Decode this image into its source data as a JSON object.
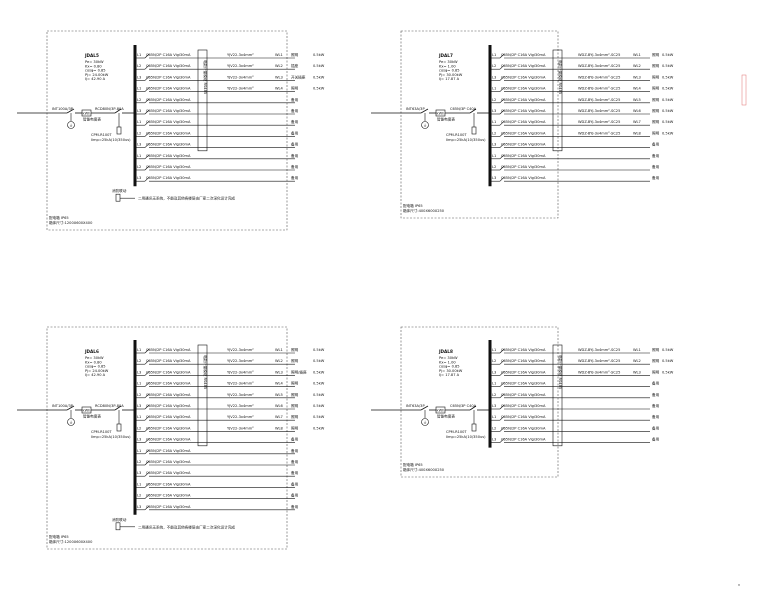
{
  "panels": [
    {
      "id": "AL5",
      "name": "JDAL5",
      "specs": [
        "Pe= 30kW",
        "Kx= 0.80",
        "cosφ= 0.85",
        "Pj= 24.00kW",
        "Ij= 42.90 A"
      ],
      "main_breaker": "INT100A/3P",
      "meter": "kWh",
      "meter_label": "智能电度表",
      "rcd": "RCD80N/3P-80A",
      "spd": "CPM-R100T",
      "spd_spec": "Iimp=25kA(10/350us)",
      "ground": "⏚",
      "box_type": "配电箱 IP65",
      "box_size": "箱体尺寸:1200X600X400",
      "busbar_label": "电能计量模块 RS485",
      "note_symbol": "消防联动",
      "note": "二用通讯无系统，不能及其他各楼层由厂家二次深化设计完成",
      "circuits": [
        {
          "phase": "L1",
          "breaker": "C65N/2P C16A Vigi30mA",
          "cable": "YJV22-3x4mm²",
          "code": "WL1",
          "use": "照明",
          "power": "0.5kW"
        },
        {
          "phase": "L2",
          "breaker": "C65N/2P C16A Vigi30mA",
          "cable": "YJV22-3x4mm²",
          "code": "WL2",
          "use": "插座",
          "power": "0.5kW"
        },
        {
          "phase": "L3",
          "breaker": "C65N/2P C16A Vigi30mA",
          "cable": "YJV22-3x4mm²",
          "code": "WL3",
          "use": "开关插座",
          "power": "0.5kW"
        },
        {
          "phase": "L1",
          "breaker": "C65N/2P C16A Vigi30mA",
          "cable": "YJV22-3x4mm²",
          "code": "WL4",
          "use": "照明",
          "power": "0.5kW"
        },
        {
          "phase": "L2",
          "breaker": "C65N/2P C16A Vigi30mA",
          "cable": "",
          "code": "",
          "use": "备用",
          "power": ""
        },
        {
          "phase": "L3",
          "breaker": "C65N/2P C16A Vigi30mA",
          "cable": "",
          "code": "",
          "use": "备用",
          "power": ""
        },
        {
          "phase": "L1",
          "breaker": "C65N/2P C16A Vigi30mA",
          "cable": "",
          "code": "",
          "use": "备用",
          "power": ""
        },
        {
          "phase": "L2",
          "breaker": "C65N/2P C16A Vigi30mA",
          "cable": "",
          "code": "",
          "use": "备用",
          "power": ""
        },
        {
          "phase": "L3",
          "breaker": "C65N/2P C16A Vigi30mA",
          "cable": "",
          "code": "",
          "use": "备用",
          "power": ""
        },
        {
          "phase": "L1",
          "breaker": "C65N/2P C16A Vigi30mA",
          "cable": "",
          "code": "",
          "use": "备用",
          "power": ""
        },
        {
          "phase": "L2",
          "breaker": "C65N/2P C16A Vigi30mA",
          "cable": "",
          "code": "",
          "use": "备用",
          "power": ""
        },
        {
          "phase": "L3",
          "breaker": "C65N/2P C16A Vigi30mA",
          "cable": "",
          "code": "",
          "use": "备用",
          "power": ""
        }
      ]
    },
    {
      "id": "AL7",
      "name": "JDAL7",
      "specs": [
        "Pe= 30kW",
        "Kx= 1.00",
        "cosφ= 0.85",
        "Pj= 30.00kW",
        "Ij= 17.87 A"
      ],
      "main_breaker": "INT63A/3P",
      "meter": "kWh",
      "meter_label": "智能电度表",
      "rcd": "C65N/3P C40A",
      "spd": "CPM-R100T",
      "spd_spec": "Iimp=25kA(10/350us)",
      "ground": "⏚",
      "box_type": "配电箱 IP65",
      "box_size": "箱体尺寸:400X600X250",
      "busbar_label": "电能计量模块 RS485",
      "note_symbol": "",
      "note": "",
      "circuits": [
        {
          "phase": "L1",
          "breaker": "C65N/2P C16A Vigi30mA",
          "cable": "WDZ-BYJ-3x4mm²-SC25",
          "code": "WL1",
          "use": "照明",
          "power": "0.5kW"
        },
        {
          "phase": "L2",
          "breaker": "C65N/2P C16A Vigi30mA",
          "cable": "WDZ-BYJ-3x4mm²-SC25",
          "code": "WL2",
          "use": "照明",
          "power": "0.5kW"
        },
        {
          "phase": "L3",
          "breaker": "C65N/2P C16A Vigi30mA",
          "cable": "WDZ-BYJ-3x4mm²-SC25",
          "code": "WL3",
          "use": "照明",
          "power": "0.5kW"
        },
        {
          "phase": "L1",
          "breaker": "C65N/2P C16A Vigi30mA",
          "cable": "WDZ-BYJ-3x4mm²-SC25",
          "code": "WL4",
          "use": "照明",
          "power": "0.5kW"
        },
        {
          "phase": "L2",
          "breaker": "C65N/2P C16A Vigi30mA",
          "cable": "WDZ-BYJ-3x4mm²-SC25",
          "code": "WL5",
          "use": "照明",
          "power": "0.5kW"
        },
        {
          "phase": "L3",
          "breaker": "C65N/2P C16A Vigi30mA",
          "cable": "WDZ-BYJ-3x4mm²-SC25",
          "code": "WL6",
          "use": "照明",
          "power": "0.5kW"
        },
        {
          "phase": "L1",
          "breaker": "C65N/2P C16A Vigi30mA",
          "cable": "WDZ-BYJ-3x4mm²-SC25",
          "code": "WL7",
          "use": "照明",
          "power": "0.5kW"
        },
        {
          "phase": "L2",
          "breaker": "C65N/2P C16A Vigi30mA",
          "cable": "WDZ-BYJ-3x4mm²-SC25",
          "code": "WL8",
          "use": "照明",
          "power": "0.5kW"
        },
        {
          "phase": "L3",
          "breaker": "C65N/2P C16A Vigi30mA",
          "cable": "",
          "code": "",
          "use": "备用",
          "power": ""
        },
        {
          "phase": "L1",
          "breaker": "C65N/2P C16A Vigi30mA",
          "cable": "",
          "code": "",
          "use": "备用",
          "power": ""
        },
        {
          "phase": "L2",
          "breaker": "C65N/2P C16A Vigi30mA",
          "cable": "",
          "code": "",
          "use": "备用",
          "power": ""
        },
        {
          "phase": "L3",
          "breaker": "C65N/2P C16A Vigi30mA",
          "cable": "",
          "code": "",
          "use": "备用",
          "power": ""
        }
      ]
    },
    {
      "id": "AL6",
      "name": "JDAL6",
      "specs": [
        "Pe= 30kW",
        "Kx= 0.80",
        "cosφ= 0.85",
        "Pj= 24.00kW",
        "Ij= 42.90 A"
      ],
      "main_breaker": "INT100A/3P",
      "meter": "kWh",
      "meter_label": "智能电度表",
      "rcd": "RCD80N/3P-80A",
      "spd": "CPM-R100T",
      "spd_spec": "Iimp=25kA(10/350us)",
      "ground": "⏚",
      "box_type": "配电箱 IP65",
      "box_size": "箱体尺寸:1200X600X400",
      "busbar_label": "电能计量模块 RS485",
      "note_symbol": "消防联动",
      "note": "二用通讯无系统，不能及其他各楼层由厂家二次深化设计完成",
      "circuits": [
        {
          "phase": "L1",
          "breaker": "C65N/2P C16A Vigi30mA",
          "cable": "YJV22-3x4mm²",
          "code": "WL1",
          "use": "照明",
          "power": "0.5kW"
        },
        {
          "phase": "L2",
          "breaker": "C65N/2P C16A Vigi30mA",
          "cable": "YJV22-3x4mm²",
          "code": "WL2",
          "use": "照明",
          "power": "0.5kW"
        },
        {
          "phase": "L3",
          "breaker": "C65N/2P C16A Vigi30mA",
          "cable": "YJV22-3x4mm²",
          "code": "WL3",
          "use": "照明/插座",
          "power": "0.5kW"
        },
        {
          "phase": "L1",
          "breaker": "C65N/2P C16A Vigi30mA",
          "cable": "YJV22-3x4mm²",
          "code": "WL4",
          "use": "照明",
          "power": "0.5kW"
        },
        {
          "phase": "L2",
          "breaker": "C65N/2P C16A Vigi30mA",
          "cable": "YJV22-3x4mm²",
          "code": "WL5",
          "use": "照明",
          "power": "0.5kW"
        },
        {
          "phase": "L3",
          "breaker": "C65N/2P C16A Vigi30mA",
          "cable": "YJV22-3x4mm²",
          "code": "WL6",
          "use": "照明",
          "power": "0.5kW"
        },
        {
          "phase": "L1",
          "breaker": "C65N/2P C16A Vigi30mA",
          "cable": "YJV22-3x4mm²",
          "code": "WL7",
          "use": "照明",
          "power": "0.5kW"
        },
        {
          "phase": "L2",
          "breaker": "C65N/2P C16A Vigi30mA",
          "cable": "YJV22-3x4mm²",
          "code": "WL8",
          "use": "照明",
          "power": "0.5kW"
        },
        {
          "phase": "L3",
          "breaker": "C65N/2P C16A Vigi30mA",
          "cable": "",
          "code": "",
          "use": "备用",
          "power": ""
        },
        {
          "phase": "L1",
          "breaker": "C65N/2P C16A Vigi30mA",
          "cable": "",
          "code": "",
          "use": "备用",
          "power": ""
        },
        {
          "phase": "L2",
          "breaker": "C65N/2P C16A Vigi30mA",
          "cable": "",
          "code": "",
          "use": "备用",
          "power": ""
        },
        {
          "phase": "L3",
          "breaker": "C65N/2P C16A Vigi30mA",
          "cable": "",
          "code": "",
          "use": "备用",
          "power": ""
        },
        {
          "phase": "L1",
          "breaker": "C65N/2P C16A Vigi30mA",
          "cable": "",
          "code": "",
          "use": "备用",
          "power": ""
        },
        {
          "phase": "L2",
          "breaker": "C65N/2P C16A Vigi30mA",
          "cable": "",
          "code": "",
          "use": "备用",
          "power": ""
        },
        {
          "phase": "L3",
          "breaker": "C65N/2P C16A Vigi30mA",
          "cable": "",
          "code": "",
          "use": "备用",
          "power": ""
        }
      ]
    },
    {
      "id": "AL8",
      "name": "JDAL8",
      "specs": [
        "Pe= 30kW",
        "Kx= 1.00",
        "cosφ= 0.85",
        "Pj= 30.00kW",
        "Ij= 17.87 A"
      ],
      "main_breaker": "INT63A/3P",
      "meter": "kWh",
      "meter_label": "智能电度表",
      "rcd": "C65N/3P C40A",
      "spd": "CPM-R100T",
      "spd_spec": "Iimp=25kA(10/350us)",
      "ground": "⏚",
      "box_type": "配电箱 IP65",
      "box_size": "箱体尺寸:400X600X250",
      "busbar_label": "电能计量模块 RS485",
      "note_symbol": "",
      "note": "",
      "circuits": [
        {
          "phase": "L1",
          "breaker": "C65N/2P C16A Vigi30mA",
          "cable": "WDZ-BYJ-3x4mm²-SC25",
          "code": "WL1",
          "use": "照明",
          "power": "0.5kW"
        },
        {
          "phase": "L2",
          "breaker": "C65N/2P C16A Vigi30mA",
          "cable": "WDZ-BYJ-3x4mm²-SC25",
          "code": "WL2",
          "use": "照明",
          "power": "0.5kW"
        },
        {
          "phase": "L3",
          "breaker": "C65N/2P C16A Vigi30mA",
          "cable": "WDZ-BYJ-3x4mm²-SC25",
          "code": "WL3",
          "use": "照明",
          "power": "0.5kW"
        },
        {
          "phase": "L1",
          "breaker": "C65N/2P C16A Vigi30mA",
          "cable": "",
          "code": "",
          "use": "备用",
          "power": ""
        },
        {
          "phase": "L2",
          "breaker": "C65N/2P C16A Vigi30mA",
          "cable": "",
          "code": "",
          "use": "备用",
          "power": ""
        },
        {
          "phase": "L3",
          "breaker": "C65N/2P C16A Vigi30mA",
          "cable": "",
          "code": "",
          "use": "备用",
          "power": ""
        },
        {
          "phase": "L1",
          "breaker": "C65N/2P C16A Vigi30mA",
          "cable": "",
          "code": "",
          "use": "备用",
          "power": ""
        },
        {
          "phase": "L2",
          "breaker": "C65N/2P C16A Vigi30mA",
          "cable": "",
          "code": "",
          "use": "备用",
          "power": ""
        },
        {
          "phase": "L3",
          "breaker": "C65N/2P C16A Vigi30mA",
          "cable": "",
          "code": "",
          "use": "备用",
          "power": ""
        }
      ]
    }
  ],
  "colors": {
    "line": "#111111",
    "frame": "#555555",
    "stamp": "#e07070"
  }
}
